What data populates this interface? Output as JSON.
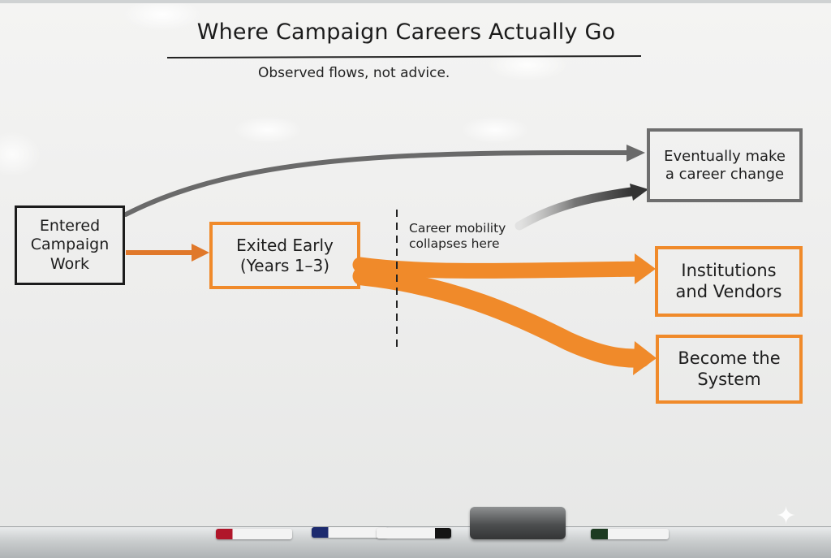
{
  "title": "Where Campaign Careers Actually Go",
  "subtitle": "Observed flows, not advice.",
  "nodes": {
    "entered": "Entered\nCampaign\nWork",
    "exited": "Exited Early\n(Years 1–3)",
    "career_change": "Eventually make\na career change",
    "institutions": "Institutions\nand Vendors",
    "system": "Become the\nSystem"
  },
  "annotation": "Career mobility\ncollapses here",
  "colors": {
    "orange": "#f08a2a",
    "gray": "#6e6e6e",
    "ink": "#1c1c1c"
  },
  "icons": {
    "sparkle": "sparkle-icon"
  }
}
